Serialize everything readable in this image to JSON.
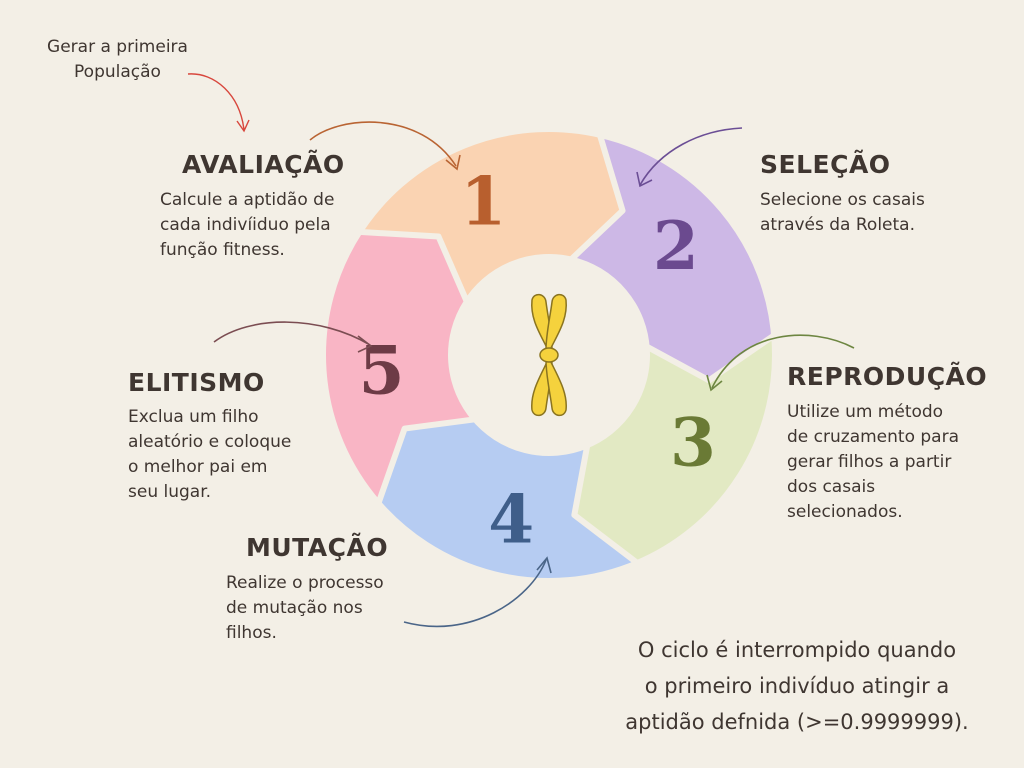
{
  "start_label": [
    "Gerar a primeira",
    "População"
  ],
  "steps": [
    {
      "number": "1",
      "title": "AVALIAÇÃO",
      "lines": [
        "Calcule a aptidão de",
        "cada indivíiduo pela",
        "função fitness."
      ],
      "color": "#fad3b2",
      "number_color": "#b85f2e",
      "arrow_color": "#b96433"
    },
    {
      "number": "2",
      "title": "SELEÇÃO",
      "lines": [
        "Selecione os casais",
        "através da Roleta."
      ],
      "color": "#cdb8e6",
      "number_color": "#6b4a8f",
      "arrow_color": "#6b4e95"
    },
    {
      "number": "3",
      "title": "REPRODUÇÃO",
      "lines": [
        "Utilize um método",
        "de cruzamento para",
        "gerar filhos a partir",
        "dos casais",
        "selecionados."
      ],
      "color": "#e2e9c3",
      "number_color": "#6a7a35",
      "arrow_color": "#6d8641"
    },
    {
      "number": "4",
      "title": "MUTAÇÃO",
      "lines": [
        "Realize o processo",
        "de mutação nos",
        "filhos."
      ],
      "color": "#b6ccf2",
      "number_color": "#3f5e8a",
      "arrow_color": "#4a6588"
    },
    {
      "number": "5",
      "title": "ELITISMO",
      "lines": [
        "Exclua um filho",
        "aleatório e coloque",
        "o melhor pai em",
        "seu lugar."
      ],
      "color": "#f9b5c5",
      "number_color": "#6d3b46",
      "arrow_color": "#7b4d52"
    }
  ],
  "note_lines": [
    "O ciclo é interrompido quando",
    "o primeiro indivíduo atingir a",
    "aptidão defnida (>=0.9999999)."
  ],
  "start_arrow_color": "#d8473d",
  "chromosome_color": "#f5d23d",
  "chromosome_outline": "#8a7420",
  "background": "#f3efe6",
  "center_color": "#f3efe6"
}
